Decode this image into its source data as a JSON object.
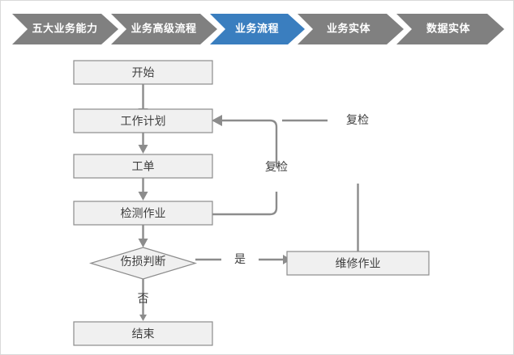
{
  "breadcrumb": {
    "steps": [
      {
        "label": "五大业务能力",
        "active": false
      },
      {
        "label": "业务高级流程",
        "active": false
      },
      {
        "label": "业务流程",
        "active": true
      },
      {
        "label": "业务实体",
        "active": false
      },
      {
        "label": "数据实体",
        "active": false
      }
    ],
    "colors": {
      "inactive_fill": "#808080",
      "active_fill": "#3A7EBF",
      "label_color": "#ffffff"
    }
  },
  "flowchart": {
    "colors": {
      "node_fill": "#f0f0f0",
      "node_stroke": "#8c8c8c",
      "edge_stroke": "#8c8c8c",
      "text_color": "#3f3f3f"
    },
    "nodes": [
      {
        "id": "start",
        "type": "process",
        "label": "开始"
      },
      {
        "id": "workplan",
        "type": "process",
        "label": "工作计划"
      },
      {
        "id": "workorder",
        "type": "process",
        "label": "工单"
      },
      {
        "id": "inspection",
        "type": "process",
        "label": "检测作业"
      },
      {
        "id": "decision",
        "type": "decision",
        "label": "伤损判断"
      },
      {
        "id": "repair",
        "type": "process",
        "label": "维修作业"
      },
      {
        "id": "end",
        "type": "process",
        "label": "结束"
      }
    ],
    "edge_labels": {
      "recheck_inner": "复检",
      "recheck_outer": "复检",
      "yes": "是",
      "no": "否"
    }
  }
}
